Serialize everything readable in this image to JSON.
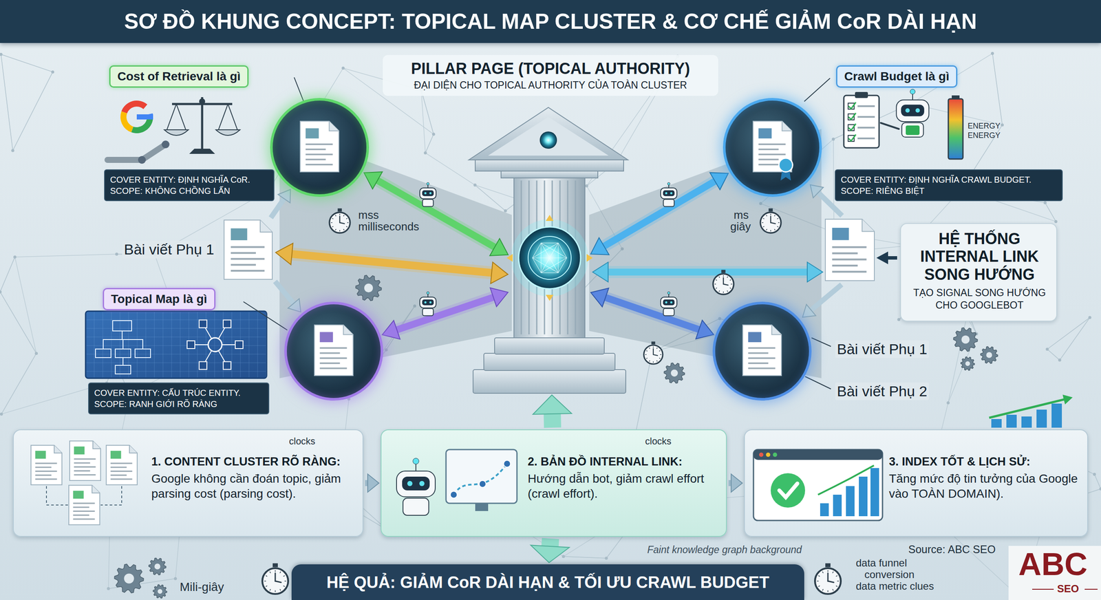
{
  "diagram": {
    "title": "SƠ ĐỒ KHUNG CONCEPT: TOPICAL MAP CLUSTER & CƠ CHẾ GIẢM CoR DÀI HẠN",
    "nodes": [
      {
        "text": [
          "Cost of Retrieval là gì",
          "COVER ENTITY: ĐỊNH NGHĨA CoR. SCOPE: KHÔNG CHỒNG LẤN"
        ]
      },
      {
        "text": [
          "PILLAR PAGE (TOPICAL AUTHORITY)",
          "ĐẠI DIỆN CHO TOPICAL AUTHORITY CỦA TOÀN CLUSTER"
        ]
      },
      {
        "text": [
          "Crawl Budget là gì",
          "COVER ENTITY: ĐỊNH NGHĨA CRAWL BUDGET. SCOPE: RIÊNG BIỆT"
        ]
      },
      {
        "text": [
          "Bài viết Phụ 1"
        ]
      },
      {
        "text": [
          "HỆ THỐNG INTERNAL LINK SONG HƯỚNG",
          "TẠO SIGNAL SONG HƯỚNG CHO GOOGLEBOT"
        ]
      },
      {
        "text": [
          "Topical Map là gì",
          "COVER ENTITY: CẤU TRÚC ENTITY. SCOPE: RANH GIỚI RÕ RÀNG"
        ]
      },
      {
        "text": [
          "Bài viết Phụ 1",
          "Bài viết Phụ 2"
        ]
      },
      {
        "text": [
          "1. CONTENT CLUSTER RÕ RÀNG:",
          "Google không cần đoán topic, giảm parsing cost (parsing cost)."
        ]
      },
      {
        "text": [
          "2. BẢN ĐỒ INTERNAL LINK:",
          "Hướng dẫn bot, giảm crawl effort (crawl effort)."
        ]
      },
      {
        "text": [
          "3. INDEX TỐT & LỊCH SỬ:",
          "Tăng mức độ tin tưởng của Google vào TOÀN DOMAIN)."
        ]
      },
      {
        "text": [
          "HỆ QUẢ: GIẢM CoR DÀI HẠN & TỐI ƯU CRAWL BUDGET"
        ]
      }
    ],
    "edges": [
      {
        "from": 0,
        "to": 1,
        "arrow": "both"
      },
      {
        "from": 3,
        "to": 1,
        "arrow": "both"
      },
      {
        "from": 5,
        "to": 1,
        "arrow": "both"
      },
      {
        "from": 2,
        "to": 1,
        "arrow": "both"
      },
      {
        "from": 6,
        "to": 1,
        "arrow": "both"
      },
      {
        "from": 3,
        "to": 0,
        "arrow": "to"
      },
      {
        "from": 3,
        "to": 5,
        "arrow": "to"
      },
      {
        "from": 8,
        "to": 1,
        "arrow": "to"
      },
      {
        "from": 8,
        "to": 10,
        "arrow": "to"
      },
      {
        "from": 7,
        "to": 8,
        "arrow": "to"
      },
      {
        "from": 8,
        "to": 9,
        "arrow": "to"
      }
    ],
    "labels": [
      "ENERGY",
      "ENERGY",
      "mss",
      "milliseconds",
      "ms",
      "giây",
      "clocks",
      "clocks",
      "Faint knowledge graph background",
      "Source: ABC SEO",
      "data funnel",
      "conversion",
      "data metric clues",
      "Mili-giây",
      "ABC",
      "SEO"
    ]
  }
}
